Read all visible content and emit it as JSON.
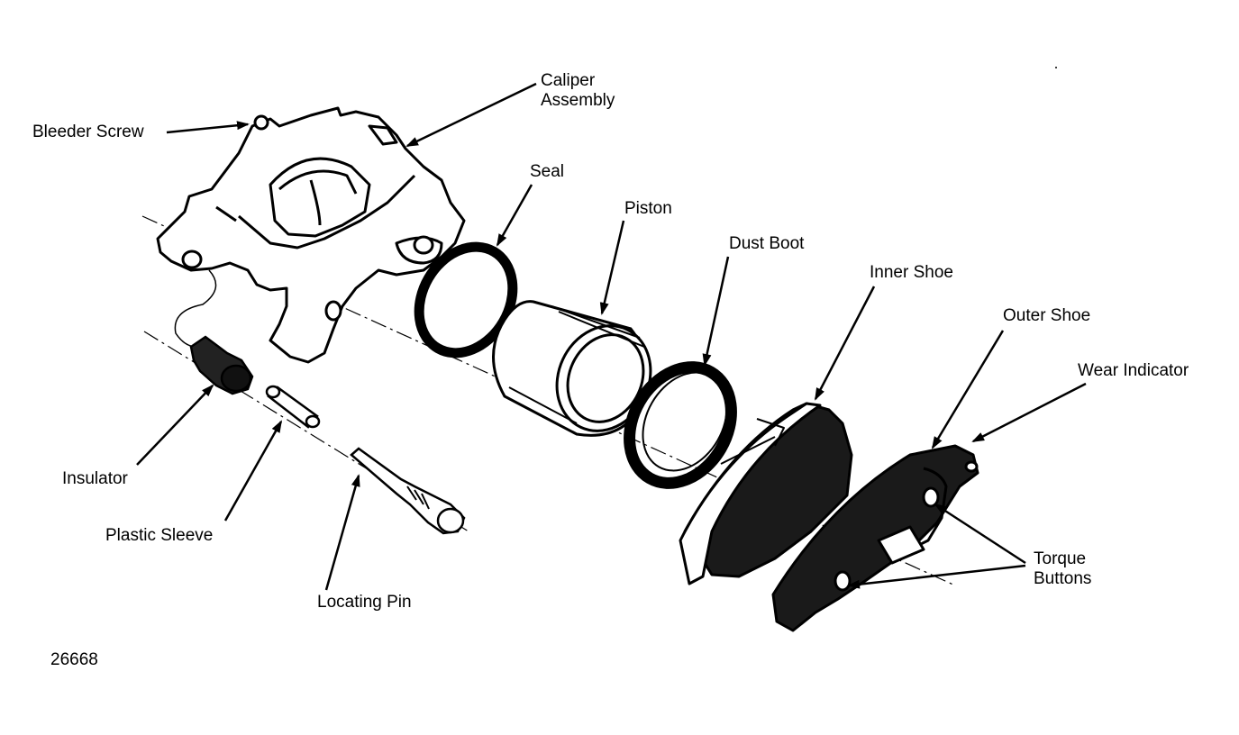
{
  "labels": {
    "bleeder_screw": "Bleeder Screw",
    "caliper_assembly_1": "Caliper",
    "caliper_assembly_2": "Assembly",
    "seal": "Seal",
    "piston": "Piston",
    "dust_boot": "Dust Boot",
    "inner_shoe": "Inner Shoe",
    "outer_shoe": "Outer Shoe",
    "wear_indicator": "Wear Indicator",
    "torque_buttons_1": "Torque",
    "torque_buttons_2": "Buttons",
    "insulator": "Insulator",
    "plastic_sleeve": "Plastic Sleeve",
    "locating_pin": "Locating Pin",
    "figure_number": "26668"
  }
}
